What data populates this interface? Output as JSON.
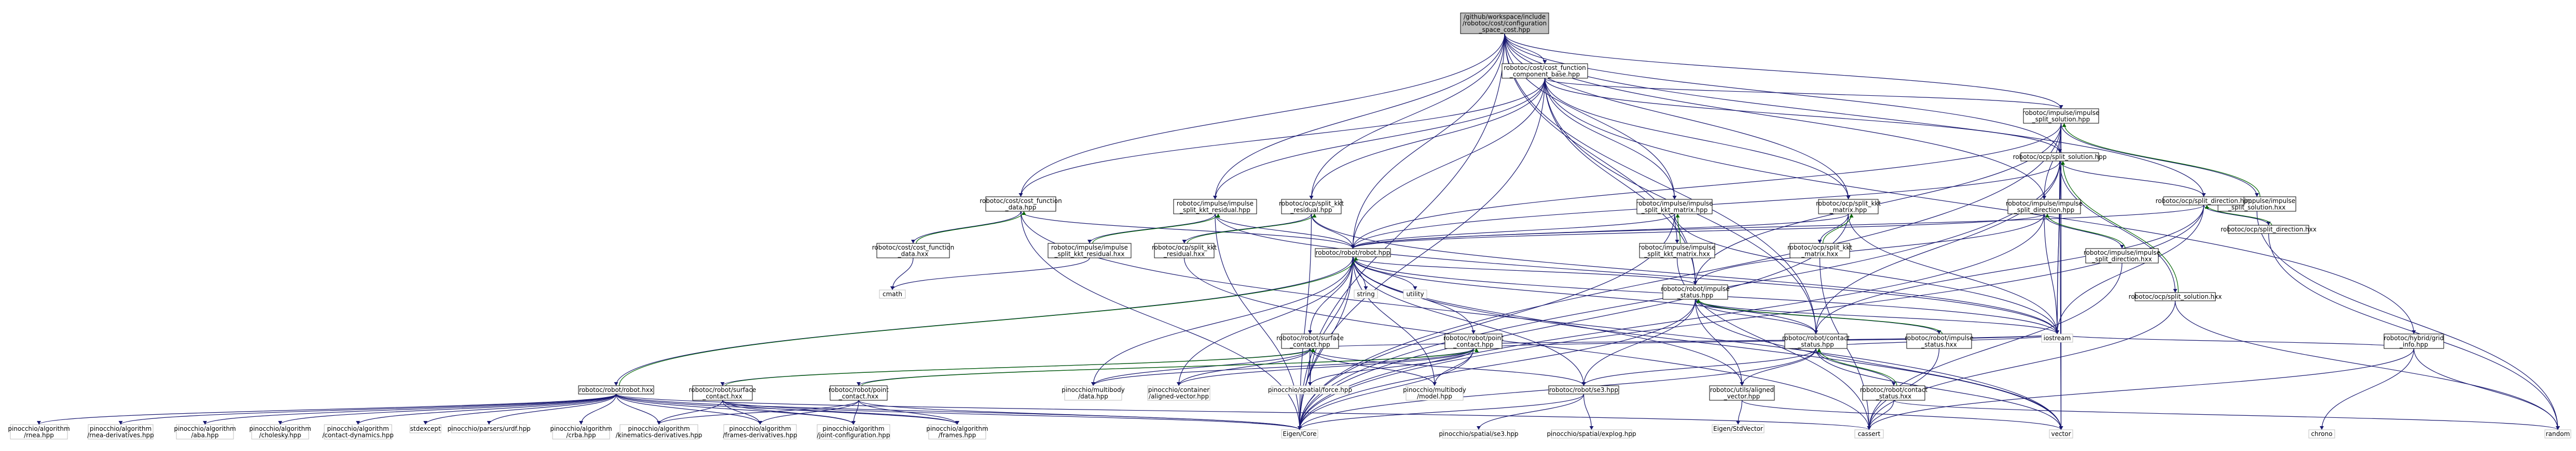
{
  "colors": {
    "edge": "#191970",
    "edge_back": "#006400",
    "root_fill": "#bfbfbf",
    "external_border": "#bfbfbf"
  },
  "nodes": [
    {
      "id": "root",
      "lines": [
        "/github/workspace/include",
        "/robotoc/cost/configuration",
        "_space_cost.hpp"
      ],
      "style": "root"
    },
    {
      "id": "cfb_hpp",
      "lines": [
        "robotoc/cost/cost_function",
        "_component_base.hpp"
      ]
    },
    {
      "id": "is_hpp",
      "lines": [
        "robotoc/impulse/impulse",
        "_split_solution.hpp"
      ]
    },
    {
      "id": "ss_hpp",
      "lines": [
        "robotoc/ocp/split_solution.hpp"
      ]
    },
    {
      "id": "is_hxx",
      "lines": [
        "robotoc/impulse/impulse",
        "_split_solution.hxx"
      ]
    },
    {
      "id": "cfd_hpp",
      "lines": [
        "robotoc/cost/cost_function",
        "_data.hpp"
      ]
    },
    {
      "id": "iskr_hpp",
      "lines": [
        "robotoc/impulse/impulse",
        "_split_kkt_residual.hpp"
      ]
    },
    {
      "id": "skr_hpp",
      "lines": [
        "robotoc/ocp/split_kkt",
        "_residual.hpp"
      ]
    },
    {
      "id": "iskm_hpp",
      "lines": [
        "robotoc/impulse/impulse",
        "_split_kkt_matrix.hpp"
      ]
    },
    {
      "id": "skm_hpp",
      "lines": [
        "robotoc/ocp/split_kkt",
        "_matrix.hpp"
      ]
    },
    {
      "id": "isd_hpp",
      "lines": [
        "robotoc/impulse/impulse",
        "_split_direction.hpp"
      ]
    },
    {
      "id": "sd_hpp",
      "lines": [
        "robotoc/ocp/split_direction.hpp"
      ]
    },
    {
      "id": "sd_hxx",
      "lines": [
        "robotoc/ocp/split_direction.hxx"
      ]
    },
    {
      "id": "cfd_hxx",
      "lines": [
        "robotoc/cost/cost_function",
        "_data.hxx"
      ]
    },
    {
      "id": "iskr_hxx",
      "lines": [
        "robotoc/impulse/impulse",
        "_split_kkt_residual.hxx"
      ]
    },
    {
      "id": "skr_hxx",
      "lines": [
        "robotoc/ocp/split_kkt",
        "_residual.hxx"
      ]
    },
    {
      "id": "robot_hpp",
      "lines": [
        "robotoc/robot/robot.hpp"
      ]
    },
    {
      "id": "iskm_hxx",
      "lines": [
        "robotoc/impulse/impulse",
        "_split_kkt_matrix.hxx"
      ]
    },
    {
      "id": "skm_hxx",
      "lines": [
        "robotoc/ocp/split_kkt",
        "_matrix.hxx"
      ]
    },
    {
      "id": "isd_hxx",
      "lines": [
        "robotoc/impulse/impulse",
        "_split_direction.hxx"
      ]
    },
    {
      "id": "ss_hxx",
      "lines": [
        "robotoc/ocp/split_solution.hxx"
      ]
    },
    {
      "id": "hybrid",
      "lines": [
        "robotoc/hybrid/grid",
        "_info.hpp"
      ]
    },
    {
      "id": "cmath",
      "lines": [
        "cmath"
      ],
      "style": "ext"
    },
    {
      "id": "string",
      "lines": [
        "string"
      ],
      "style": "ext"
    },
    {
      "id": "utility",
      "lines": [
        "utility"
      ],
      "style": "ext"
    },
    {
      "id": "istat_hpp",
      "lines": [
        "robotoc/robot/impulse",
        "_status.hpp"
      ]
    },
    {
      "id": "sc_hpp",
      "lines": [
        "robotoc/robot/surface",
        "_contact.hpp"
      ]
    },
    {
      "id": "pc_hpp",
      "lines": [
        "robotoc/robot/point",
        "_contact.hpp"
      ]
    },
    {
      "id": "cstat_hpp",
      "lines": [
        "robotoc/robot/contact",
        "_status.hpp"
      ]
    },
    {
      "id": "istat_hxx",
      "lines": [
        "robotoc/robot/impulse",
        "_status.hxx"
      ]
    },
    {
      "id": "iostream",
      "lines": [
        "iostream"
      ],
      "style": "ext"
    },
    {
      "id": "robot_hxx",
      "lines": [
        "robotoc/robot/robot.hxx"
      ]
    },
    {
      "id": "sc_hxx",
      "lines": [
        "robotoc/robot/surface",
        "_contact.hxx"
      ]
    },
    {
      "id": "pc_hxx",
      "lines": [
        "robotoc/robot/point",
        "_contact.hxx"
      ]
    },
    {
      "id": "multibody_data",
      "lines": [
        "pinocchio/multibody",
        "/data.hpp"
      ],
      "style": "ext"
    },
    {
      "id": "aligned_vector",
      "lines": [
        "pinocchio/container",
        "/aligned-vector.hpp"
      ],
      "style": "ext"
    },
    {
      "id": "spatial_force",
      "lines": [
        "pinocchio/spatial/force.hpp"
      ],
      "style": "ext"
    },
    {
      "id": "multibody_model",
      "lines": [
        "pinocchio/multibody",
        "/model.hpp"
      ],
      "style": "ext"
    },
    {
      "id": "se3_hpp",
      "lines": [
        "robotoc/robot/se3.hpp"
      ]
    },
    {
      "id": "ualigned",
      "lines": [
        "robotoc/utils/aligned",
        "_vector.hpp"
      ]
    },
    {
      "id": "cstat_hxx",
      "lines": [
        "robotoc/robot/contact",
        "_status.hxx"
      ]
    },
    {
      "id": "eigen_std",
      "lines": [
        "Eigen/StdVector"
      ],
      "style": "ext"
    },
    {
      "id": "rnea",
      "lines": [
        "pinocchio/algorithm",
        "/rnea.hpp"
      ],
      "style": "ext"
    },
    {
      "id": "rnea_der",
      "lines": [
        "pinocchio/algorithm",
        "/rnea-derivatives.hpp"
      ],
      "style": "ext"
    },
    {
      "id": "aba",
      "lines": [
        "pinocchio/algorithm",
        "/aba.hpp"
      ],
      "style": "ext"
    },
    {
      "id": "cholesky",
      "lines": [
        "pinocchio/algorithm",
        "/cholesky.hpp"
      ],
      "style": "ext"
    },
    {
      "id": "contact_dyn",
      "lines": [
        "pinocchio/algorithm",
        "/contact-dynamics.hpp"
      ],
      "style": "ext"
    },
    {
      "id": "stdexcept",
      "lines": [
        "stdexcept"
      ],
      "style": "ext"
    },
    {
      "id": "urdf",
      "lines": [
        "pinocchio/parsers/urdf.hpp"
      ],
      "style": "ext"
    },
    {
      "id": "crba",
      "lines": [
        "pinocchio/algorithm",
        "/crba.hpp"
      ],
      "style": "ext"
    },
    {
      "id": "kin_der",
      "lines": [
        "pinocchio/algorithm",
        "/kinematics-derivatives.hpp"
      ],
      "style": "ext"
    },
    {
      "id": "frames_der",
      "lines": [
        "pinocchio/algorithm",
        "/frames-derivatives.hpp"
      ],
      "style": "ext"
    },
    {
      "id": "joint_cfg",
      "lines": [
        "pinocchio/algorithm",
        "/joint-configuration.hpp"
      ],
      "style": "ext"
    },
    {
      "id": "frames",
      "lines": [
        "pinocchio/algorithm",
        "/frames.hpp"
      ],
      "style": "ext"
    },
    {
      "id": "eigen_core",
      "lines": [
        "Eigen/Core"
      ],
      "style": "ext"
    },
    {
      "id": "se3_pin",
      "lines": [
        "pinocchio/spatial/se3.hpp"
      ],
      "style": "ext"
    },
    {
      "id": "explog",
      "lines": [
        "pinocchio/spatial/explog.hpp"
      ],
      "style": "ext"
    },
    {
      "id": "cassert",
      "lines": [
        "cassert"
      ],
      "style": "ext"
    },
    {
      "id": "vector",
      "lines": [
        "vector"
      ],
      "style": "ext"
    },
    {
      "id": "chrono",
      "lines": [
        "chrono"
      ],
      "style": "ext"
    },
    {
      "id": "random",
      "lines": [
        "random"
      ],
      "style": "ext"
    }
  ],
  "edges": [
    [
      "root",
      "cfb_hpp"
    ],
    [
      "root",
      "is_hpp"
    ],
    [
      "root",
      "ss_hpp"
    ],
    [
      "root",
      "cfd_hpp"
    ],
    [
      "root",
      "iskr_hpp"
    ],
    [
      "root",
      "skr_hpp"
    ],
    [
      "root",
      "iskm_hpp"
    ],
    [
      "root",
      "skm_hpp"
    ],
    [
      "root",
      "isd_hpp"
    ],
    [
      "root",
      "sd_hpp"
    ],
    [
      "root",
      "robot_hpp"
    ],
    [
      "root",
      "istat_hpp"
    ],
    [
      "root",
      "cstat_hpp"
    ],
    [
      "root",
      "eigen_core"
    ],
    [
      "cfb_hpp",
      "cfd_hpp"
    ],
    [
      "cfb_hpp",
      "iskr_hpp"
    ],
    [
      "cfb_hpp",
      "skr_hpp"
    ],
    [
      "cfb_hpp",
      "iskm_hpp"
    ],
    [
      "cfb_hpp",
      "skm_hpp"
    ],
    [
      "cfb_hpp",
      "is_hpp"
    ],
    [
      "cfb_hpp",
      "ss_hpp"
    ],
    [
      "cfb_hpp",
      "robot_hpp"
    ],
    [
      "cfb_hpp",
      "istat_hpp"
    ],
    [
      "cfb_hpp",
      "cstat_hpp"
    ],
    [
      "cfb_hpp",
      "eigen_core"
    ],
    [
      "cfb_hpp",
      "hybrid"
    ],
    [
      "is_hpp",
      "ss_hpp"
    ],
    [
      "is_hpp",
      "is_hxx"
    ],
    [
      "is_hpp",
      "isd_hpp"
    ],
    [
      "is_hpp",
      "robot_hpp"
    ],
    [
      "is_hpp",
      "istat_hpp"
    ],
    [
      "is_hpp",
      "eigen_core"
    ],
    [
      "is_hpp",
      "iostream"
    ],
    [
      "is_hpp",
      "vector"
    ],
    [
      "ss_hpp",
      "sd_hpp"
    ],
    [
      "ss_hpp",
      "ss_hxx"
    ],
    [
      "ss_hpp",
      "robot_hpp"
    ],
    [
      "ss_hpp",
      "cstat_hpp"
    ],
    [
      "ss_hpp",
      "eigen_core"
    ],
    [
      "ss_hpp",
      "iostream"
    ],
    [
      "ss_hpp",
      "vector"
    ],
    [
      "is_hxx",
      "random"
    ],
    [
      "cfd_hpp",
      "cfd_hxx"
    ],
    [
      "cfd_hpp",
      "robot_hpp"
    ],
    [
      "cfd_hpp",
      "eigen_core"
    ],
    [
      "cfd_hpp",
      "vector"
    ],
    [
      "iskr_hpp",
      "iskr_hxx"
    ],
    [
      "iskr_hpp",
      "robot_hpp"
    ],
    [
      "iskr_hpp",
      "eigen_core"
    ],
    [
      "iskr_hpp",
      "iostream"
    ],
    [
      "skr_hpp",
      "skr_hxx"
    ],
    [
      "skr_hpp",
      "robot_hpp"
    ],
    [
      "skr_hpp",
      "eigen_core"
    ],
    [
      "skr_hpp",
      "iostream"
    ],
    [
      "iskm_hpp",
      "iskm_hxx"
    ],
    [
      "iskm_hpp",
      "robot_hpp"
    ],
    [
      "iskm_hpp",
      "eigen_core"
    ],
    [
      "iskm_hpp",
      "iostream"
    ],
    [
      "skm_hpp",
      "skm_hxx"
    ],
    [
      "skm_hpp",
      "robot_hpp"
    ],
    [
      "skm_hpp",
      "eigen_core"
    ],
    [
      "skm_hpp",
      "iostream"
    ],
    [
      "isd_hpp",
      "isd_hxx"
    ],
    [
      "isd_hpp",
      "robot_hpp"
    ],
    [
      "isd_hpp",
      "istat_hpp"
    ],
    [
      "isd_hpp",
      "eigen_core"
    ],
    [
      "isd_hpp",
      "iostream"
    ],
    [
      "sd_hpp",
      "sd_hxx"
    ],
    [
      "sd_hpp",
      "robot_hpp"
    ],
    [
      "sd_hpp",
      "cstat_hpp"
    ],
    [
      "sd_hpp",
      "eigen_core"
    ],
    [
      "sd_hpp",
      "iostream"
    ],
    [
      "sd_hxx",
      "random"
    ],
    [
      "ss_hxx",
      "random"
    ],
    [
      "ss_hxx",
      "cassert"
    ],
    [
      "isd_hxx",
      "cassert"
    ],
    [
      "cfd_hxx",
      "cmath"
    ],
    [
      "iskr_hxx",
      "cmath"
    ],
    [
      "skr_hxx",
      "cassert"
    ],
    [
      "iskm_hxx",
      "cassert"
    ],
    [
      "skm_hxx",
      "cassert"
    ],
    [
      "robot_hpp",
      "string"
    ],
    [
      "robot_hpp",
      "utility"
    ],
    [
      "robot_hpp",
      "sc_hpp"
    ],
    [
      "robot_hpp",
      "pc_hpp"
    ],
    [
      "robot_hpp",
      "cstat_hpp"
    ],
    [
      "robot_hpp",
      "istat_hpp"
    ],
    [
      "robot_hpp",
      "robot_hxx"
    ],
    [
      "robot_hpp",
      "multibody_data"
    ],
    [
      "robot_hpp",
      "aligned_vector"
    ],
    [
      "robot_hpp",
      "spatial_force"
    ],
    [
      "robot_hpp",
      "multibody_model"
    ],
    [
      "robot_hpp",
      "se3_hpp"
    ],
    [
      "robot_hpp",
      "ualigned"
    ],
    [
      "robot_hpp",
      "eigen_core"
    ],
    [
      "robot_hpp",
      "iostream"
    ],
    [
      "robot_hpp",
      "vector"
    ],
    [
      "istat_hpp",
      "cstat_hpp"
    ],
    [
      "istat_hpp",
      "istat_hxx"
    ],
    [
      "istat_hpp",
      "se3_hpp"
    ],
    [
      "istat_hpp",
      "ualigned"
    ],
    [
      "istat_hpp",
      "eigen_core"
    ],
    [
      "istat_hpp",
      "iostream"
    ],
    [
      "istat_hpp",
      "vector"
    ],
    [
      "istat_hxx",
      "cassert"
    ],
    [
      "sc_hpp",
      "sc_hxx"
    ],
    [
      "sc_hpp",
      "multibody_data"
    ],
    [
      "sc_hpp",
      "multibody_model"
    ],
    [
      "sc_hpp",
      "spatial_force"
    ],
    [
      "sc_hpp",
      "se3_hpp"
    ],
    [
      "sc_hpp",
      "eigen_core"
    ],
    [
      "sc_hpp",
      "iostream"
    ],
    [
      "sc_hpp",
      "aligned_vector"
    ],
    [
      "pc_hpp",
      "pc_hxx"
    ],
    [
      "pc_hpp",
      "multibody_data"
    ],
    [
      "pc_hpp",
      "multibody_model"
    ],
    [
      "pc_hpp",
      "spatial_force"
    ],
    [
      "pc_hpp",
      "eigen_core"
    ],
    [
      "pc_hpp",
      "iostream"
    ],
    [
      "pc_hpp",
      "aligned_vector"
    ],
    [
      "cstat_hpp",
      "cstat_hxx"
    ],
    [
      "cstat_hpp",
      "se3_hpp"
    ],
    [
      "cstat_hpp",
      "ualigned"
    ],
    [
      "cstat_hpp",
      "eigen_core"
    ],
    [
      "cstat_hpp",
      "iostream"
    ],
    [
      "cstat_hpp",
      "vector"
    ],
    [
      "cstat_hxx",
      "cassert"
    ],
    [
      "cstat_hxx",
      "random"
    ],
    [
      "robot_hxx",
      "rnea"
    ],
    [
      "robot_hxx",
      "rnea_der"
    ],
    [
      "robot_hxx",
      "aba"
    ],
    [
      "robot_hxx",
      "cholesky"
    ],
    [
      "robot_hxx",
      "contact_dyn"
    ],
    [
      "robot_hxx",
      "stdexcept"
    ],
    [
      "robot_hxx",
      "urdf"
    ],
    [
      "robot_hxx",
      "crba"
    ],
    [
      "robot_hxx",
      "kin_der"
    ],
    [
      "robot_hxx",
      "frames_der"
    ],
    [
      "robot_hxx",
      "joint_cfg"
    ],
    [
      "robot_hxx",
      "frames"
    ],
    [
      "robot_hxx",
      "cassert"
    ],
    [
      "robot_hxx",
      "eigen_core"
    ],
    [
      "sc_hxx",
      "kin_der"
    ],
    [
      "sc_hxx",
      "frames_der"
    ],
    [
      "sc_hxx",
      "joint_cfg"
    ],
    [
      "sc_hxx",
      "frames"
    ],
    [
      "sc_hxx",
      "eigen_core"
    ],
    [
      "pc_hxx",
      "kin_der"
    ],
    [
      "pc_hxx",
      "frames_der"
    ],
    [
      "pc_hxx",
      "joint_cfg"
    ],
    [
      "pc_hxx",
      "frames"
    ],
    [
      "pc_hxx",
      "eigen_core"
    ],
    [
      "se3_hpp",
      "eigen_core"
    ],
    [
      "se3_hpp",
      "se3_pin"
    ],
    [
      "se3_hpp",
      "explog"
    ],
    [
      "ualigned",
      "eigen_std"
    ],
    [
      "ualigned",
      "vector"
    ],
    [
      "hybrid",
      "iostream"
    ],
    [
      "hybrid",
      "chrono"
    ],
    [
      "hybrid",
      "cassert"
    ],
    [
      "hybrid",
      "random"
    ]
  ],
  "back_edges": [
    [
      "is_hxx",
      "is_hpp"
    ],
    [
      "sd_hxx",
      "sd_hpp"
    ],
    [
      "ss_hxx",
      "ss_hpp"
    ],
    [
      "isd_hxx",
      "isd_hpp"
    ],
    [
      "cfd_hxx",
      "cfd_hpp"
    ],
    [
      "iskr_hxx",
      "iskr_hpp"
    ],
    [
      "skr_hxx",
      "skr_hpp"
    ],
    [
      "iskm_hxx",
      "iskm_hpp"
    ],
    [
      "skm_hxx",
      "skm_hpp"
    ],
    [
      "istat_hxx",
      "istat_hpp"
    ],
    [
      "robot_hxx",
      "robot_hpp"
    ],
    [
      "sc_hxx",
      "sc_hpp"
    ],
    [
      "pc_hxx",
      "pc_hpp"
    ],
    [
      "cstat_hxx",
      "cstat_hpp"
    ]
  ]
}
